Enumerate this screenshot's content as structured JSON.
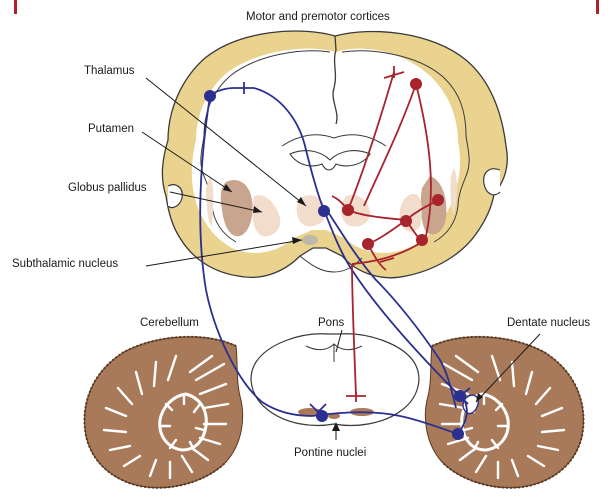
{
  "labels": {
    "motor_cortices": "Motor and premotor cortices",
    "thalamus": "Thalamus",
    "putamen": "Putamen",
    "globus_pallidus": "Globus pallidus",
    "subthalamic_nucleus": "Subthalamic nucleus",
    "cerebellum": "Cerebellum",
    "pons": "Pons",
    "dentate_nucleus": "Dentate nucleus",
    "pontine_nuclei": "Pontine nuclei"
  },
  "colors": {
    "cortex": "#e9d38e",
    "cortex_outline": "#3a3a3a",
    "basal_ganglia_dark": "#c9a58f",
    "basal_ganglia_light": "#f2dccb",
    "subthalamic": "#bdb8a8",
    "cerebellum_cortex": "#a87a5a",
    "cerebellum_stripe": "#ffffff",
    "pontine_nuclei": "#a87a5a",
    "blue_pathway": "#2b2f8f",
    "red_pathway": "#a8242c",
    "corner_marks": "#b0202a"
  }
}
